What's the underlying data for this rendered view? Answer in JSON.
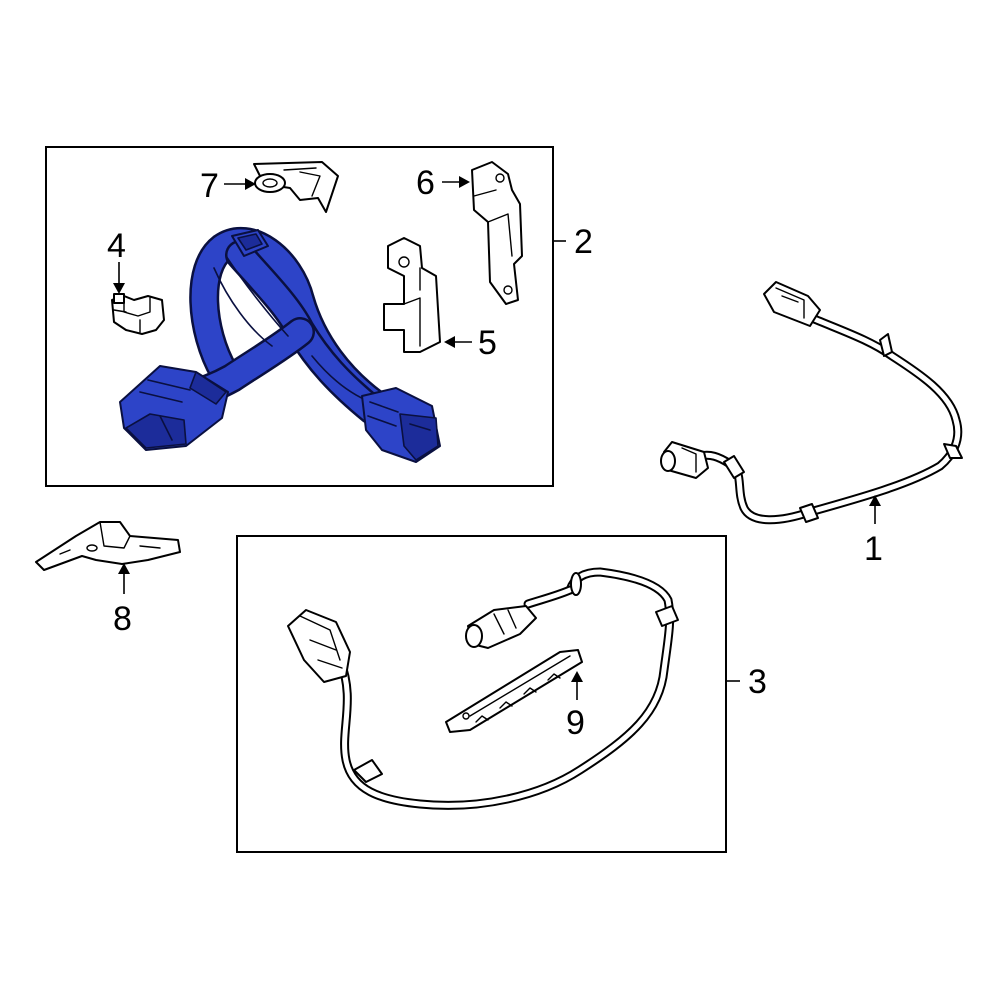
{
  "callouts": {
    "c1": "1",
    "c2": "2",
    "c3": "3",
    "c4": "4",
    "c5": "5",
    "c6": "6",
    "c7": "7",
    "c8": "8",
    "c9": "9"
  },
  "colors": {
    "highlight": "#2d44c8",
    "line": "#000000",
    "background": "#ffffff"
  }
}
